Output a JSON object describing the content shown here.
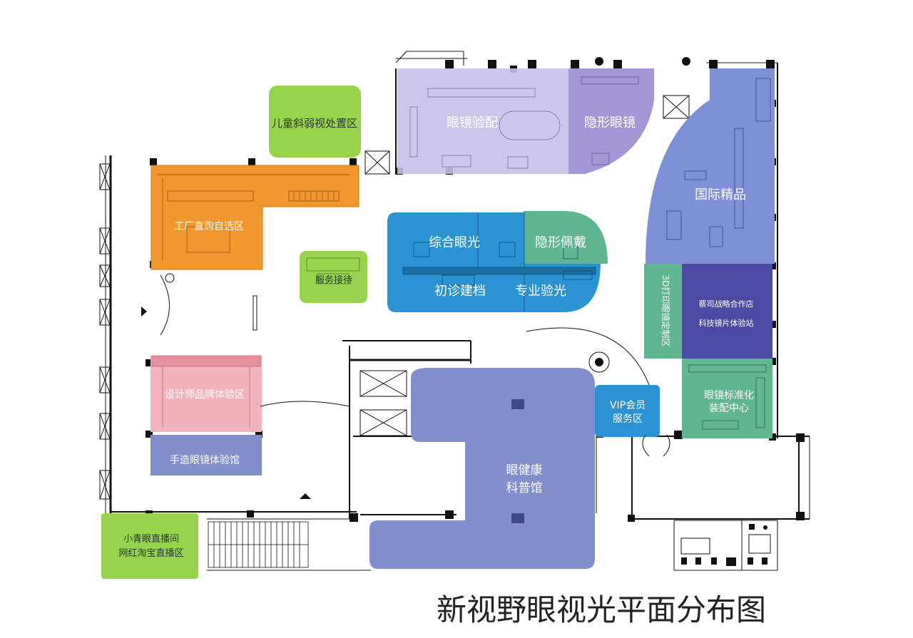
{
  "title": "新视野眼视光平面分布图",
  "colors": {
    "wall": "#111111",
    "orange": "#f2962e",
    "green": "#97d34b",
    "lavender": "#bfb8e4",
    "purple": "#a596d8",
    "blue": "#2b93d4",
    "teal": "#5fb690",
    "pink": "#f2b3bc",
    "slate": "#8190cd",
    "darkPurple": "#4d4aa6",
    "tealGreen": "#5fb68f"
  },
  "zones": {
    "children_strabismus": "儿童斜弱视处置区",
    "factory_direct": "工厂直购自选区",
    "service_reception": "服务接待",
    "glasses_fitting": "眼镜验配",
    "contact_lens": "隐形眼镜",
    "comprehensive_optometry": "综合眼光",
    "contact_lens_wearing": "隐形佩戴",
    "first_visit_records": "初诊建档",
    "professional_optometry": "专业验光",
    "international_boutique": "国际精品",
    "printing_3d": "3D打印眼镜定制区",
    "zeiss_partner_line1": "蔡司战略合作店",
    "zeiss_partner_line2": "科技镜片体验站",
    "designer_brand": "设计师品牌体验区",
    "handmade_glasses": "手造眼镜体验馆",
    "vip_line1": "VIP会员",
    "vip_line2": "服务区",
    "standard_assembly_line1": "眼镜标准化",
    "standard_assembly_line2": "装配中心",
    "eye_health_line1": "眼健康",
    "eye_health_line2": "科普馆",
    "livestream_line1": "小青眼直播间",
    "livestream_line2": "网红淘宝直播区"
  }
}
